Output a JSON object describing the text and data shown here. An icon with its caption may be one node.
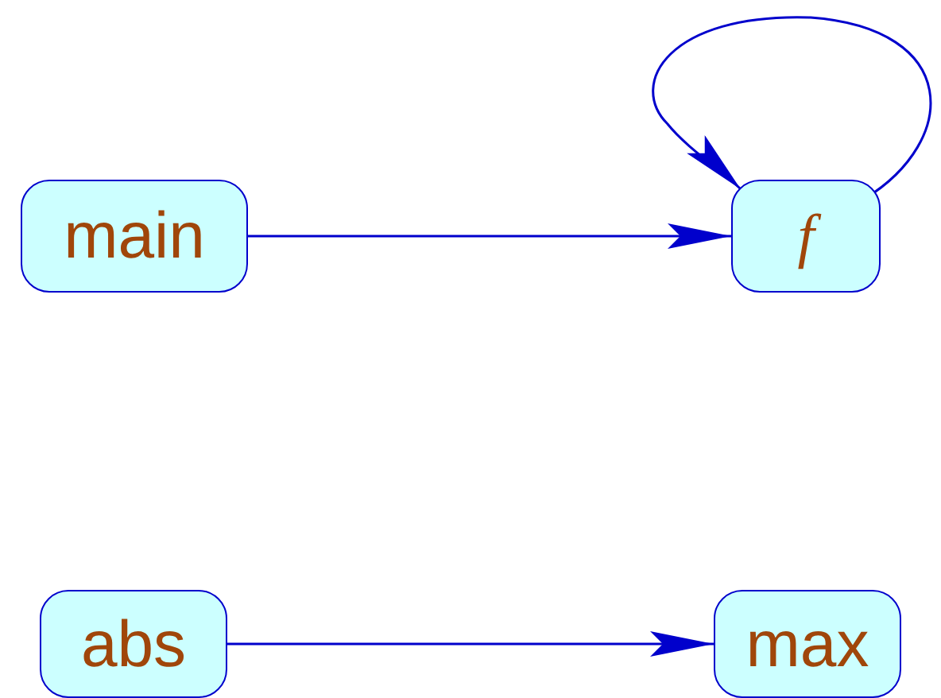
{
  "diagram": {
    "nodes": [
      {
        "text": [
          "main"
        ]
      },
      {
        "text": [
          "f"
        ]
      },
      {
        "text": [
          "abs"
        ]
      },
      {
        "text": [
          "max"
        ]
      }
    ],
    "edges": [
      {
        "from": 0,
        "to": 1,
        "arrow": "to"
      },
      {
        "from": 1,
        "to": 1,
        "arrow": "to"
      },
      {
        "from": 2,
        "to": 3,
        "arrow": "to"
      }
    ]
  }
}
